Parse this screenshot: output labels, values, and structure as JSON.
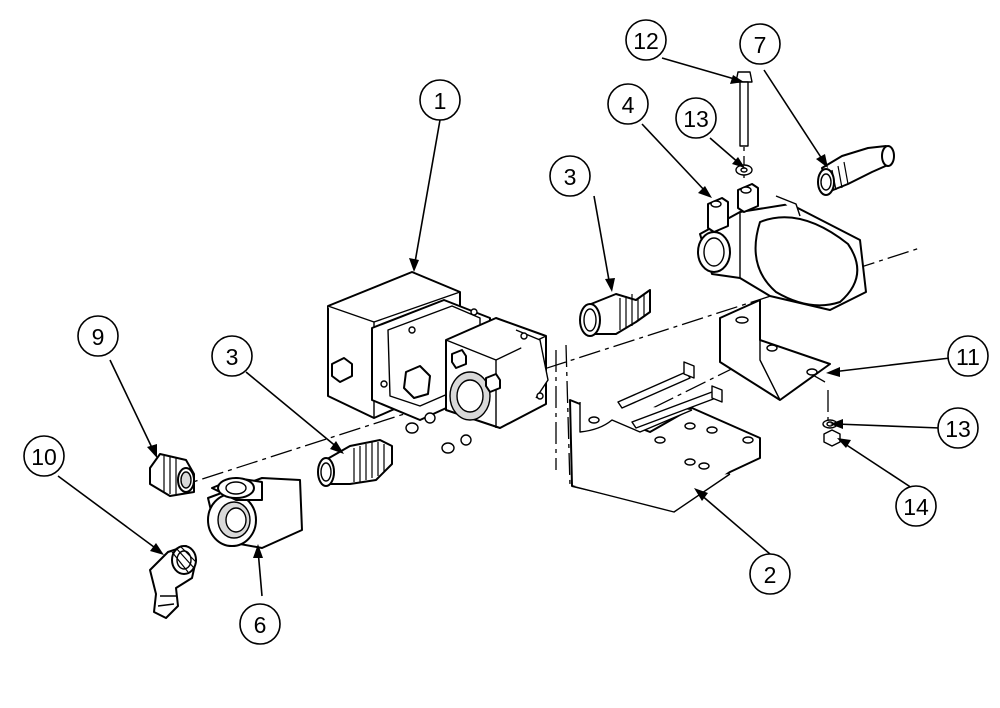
{
  "callouts": [
    {
      "id": "1",
      "label": "1"
    },
    {
      "id": "2",
      "label": "2"
    },
    {
      "id": "3a",
      "label": "3"
    },
    {
      "id": "3b",
      "label": "3"
    },
    {
      "id": "4",
      "label": "4"
    },
    {
      "id": "6",
      "label": "6"
    },
    {
      "id": "7",
      "label": "7"
    },
    {
      "id": "9",
      "label": "9"
    },
    {
      "id": "10",
      "label": "10"
    },
    {
      "id": "11",
      "label": "11"
    },
    {
      "id": "12",
      "label": "12"
    },
    {
      "id": "13a",
      "label": "13"
    },
    {
      "id": "13b",
      "label": "13"
    },
    {
      "id": "14",
      "label": "14"
    }
  ],
  "colors": {
    "line": "#000000",
    "background": "#ffffff",
    "shade": "#d9d9d9"
  }
}
